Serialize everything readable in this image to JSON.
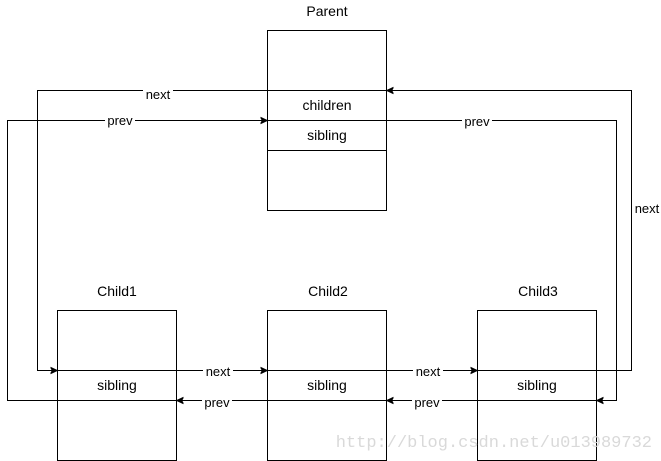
{
  "nodes": {
    "parent": {
      "title": "Parent",
      "fields": [
        "children",
        "sibling"
      ]
    },
    "child1": {
      "title": "Child1",
      "fields": [
        "sibling"
      ]
    },
    "child2": {
      "title": "Child2",
      "fields": [
        "sibling"
      ]
    },
    "child3": {
      "title": "Child3",
      "fields": [
        "sibling"
      ]
    }
  },
  "edges": {
    "parent_next_left": "next",
    "parent_prev_left": "prev",
    "parent_prev_right": "prev",
    "parent_next_right": "next",
    "child1_to_child2_next": "next",
    "child2_to_child1_prev": "prev",
    "child2_to_child3_next": "next",
    "child3_to_child2_prev": "prev"
  },
  "watermark": "http://blog.csdn.net/u013989732"
}
